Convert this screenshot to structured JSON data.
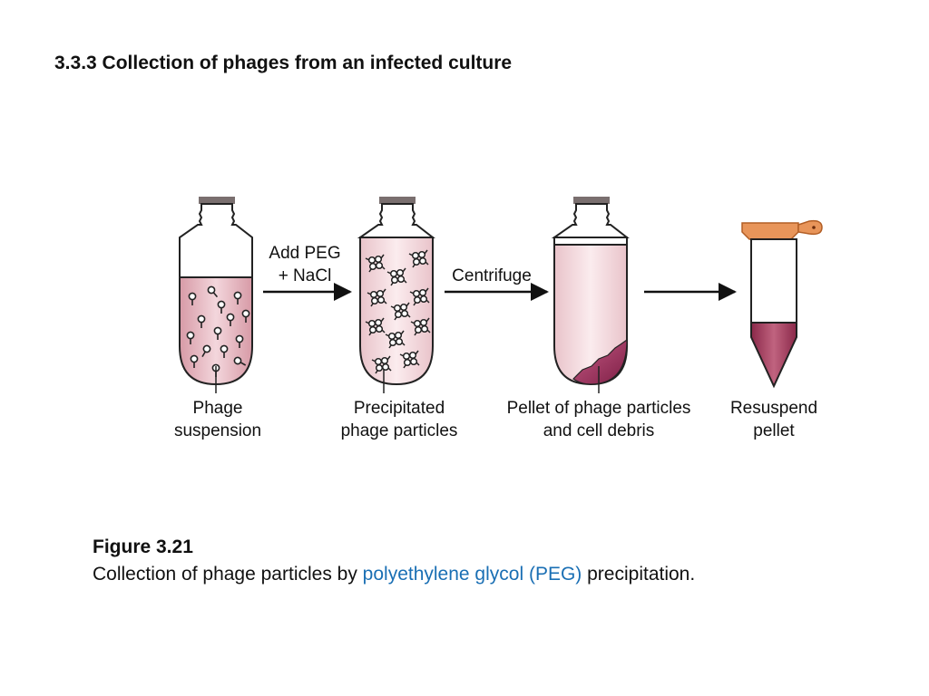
{
  "section": {
    "title": "3.3.3 Collection of phages from an infected culture"
  },
  "diagram": {
    "steps": [
      {
        "label_line1": "Phage",
        "label_line2": "suspension"
      },
      {
        "label_line1": "Precipitated",
        "label_line2": "phage particles"
      },
      {
        "label_line1": "Pellet of phage particles",
        "label_line2": "and cell debris"
      },
      {
        "label_line1": "Resuspend",
        "label_line2": "pellet"
      }
    ],
    "arrows": [
      {
        "label_line1": "Add PEG",
        "label_line2": "+ NaCl"
      },
      {
        "label_line1": "Centrifuge"
      },
      {
        "label_line1": ""
      }
    ],
    "colors": {
      "liquid": "#e7bcc4",
      "liquid_light": "#f5dde1",
      "pellet": "#9c2d57",
      "cap": "#7a6f6f",
      "tube_cap": "#e8955a",
      "outline": "#222222"
    }
  },
  "figure": {
    "label": "Figure 3.21",
    "caption_before": "Collection of phage particles by ",
    "caption_link": "polyethylene glycol (PEG)",
    "caption_after": " precipitation."
  }
}
